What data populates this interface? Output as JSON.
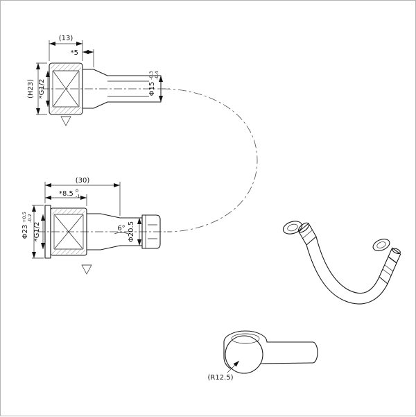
{
  "colors": {
    "line": "#1a1a1a",
    "background": "#ffffff"
  },
  "views": {
    "top": {
      "dim_width": "(13)",
      "dim_5": "*5",
      "dim_height": "(H23)",
      "thread": "*G1/2",
      "dia_main": "Φ15",
      "dia_tol_upper": "-0.3",
      "dia_tol_lower": "-0.4"
    },
    "mid": {
      "dim_length": "(30)",
      "dim_depth": "*8.5",
      "dim_depth_tol_upper": "0",
      "dim_depth_tol_lower": "-1",
      "dia_main": "Φ23",
      "dia_tol_upper": "+0.5",
      "dia_tol_lower": "-0.2",
      "thread": "*G1/2",
      "cone_angle": "6°",
      "dia_mid": "Φ20.5"
    },
    "elbow": {
      "radius": "(R12.5)"
    }
  }
}
